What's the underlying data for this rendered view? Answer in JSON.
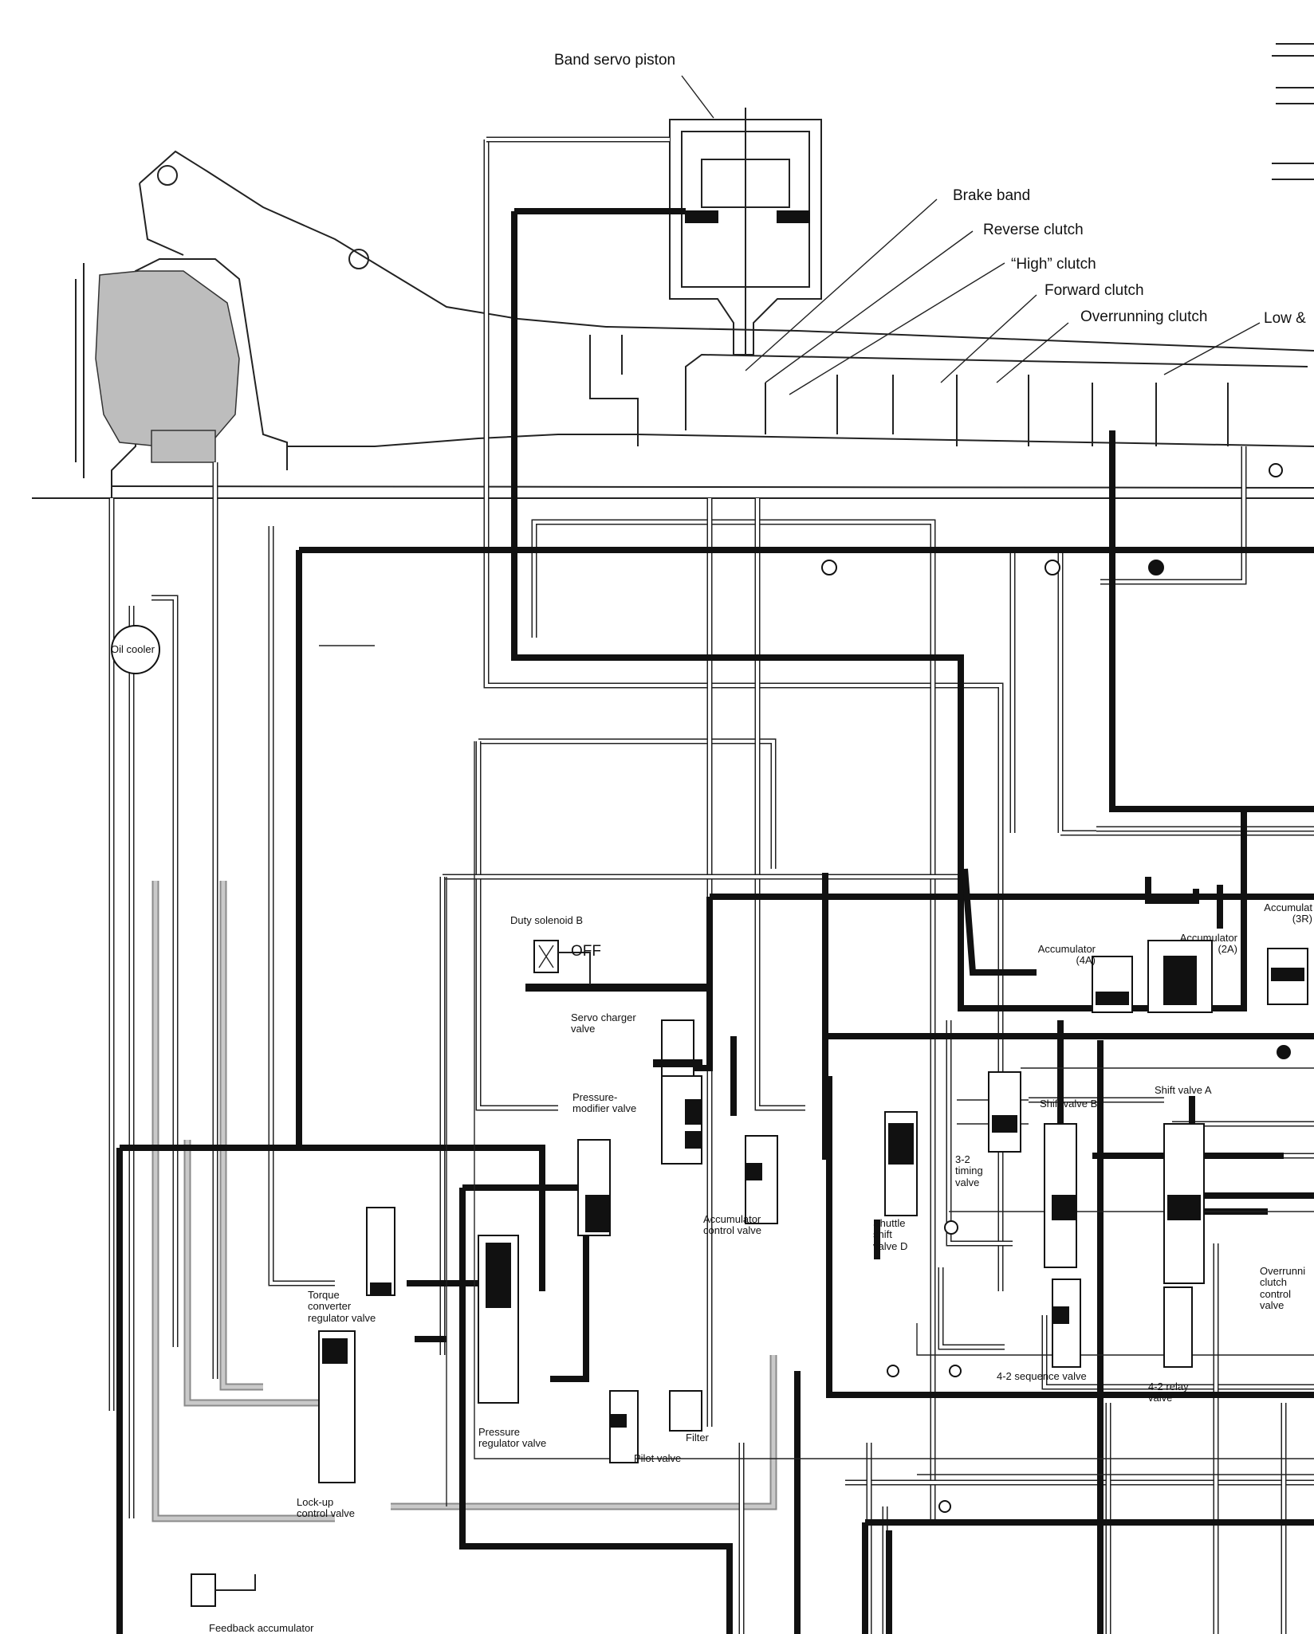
{
  "labels": {
    "band_servo_piston": "Band servo piston",
    "brake_band": "Brake band",
    "reverse_clutch": "Reverse clutch",
    "high_clutch": "“High” clutch",
    "forward_clutch": "Forward clutch",
    "overrunning_clutch": "Overrunning clutch",
    "low_and": "Low &",
    "oil_cooler": "Oil cooler",
    "duty_solenoid_b": "Duty solenoid B",
    "off": "OFF",
    "servo_charger_valve": "Servo charger\nvalve",
    "pressure_modifier_valve": "Pressure-\nmodifier valve",
    "accumulator_control_valve": "Accumulator\ncontrol valve",
    "shuttle_shift_valve_d": "Shuttle\nshift\nvalve D",
    "accumulator_4a": "Accumulator\n(4A)",
    "accumulator_2a": "Accumulator\n(2A)",
    "accumulator_3r": "Accumulat\n(3R)",
    "shift_valve_b": "Shift valve B",
    "shift_valve_a": "Shift valve A",
    "timing_valve": "3-2\ntiming\nvalve",
    "overrunning_clutch_control_valve": "Overrunni\nclutch\ncontrol\nvalve",
    "torque_converter_regulator_valve": "Torque\nconverter\nregulator valve",
    "pressure_regulator_valve": "Pressure\nregulator valve",
    "filter": "Filter",
    "pilot_valve": "Pilot valve",
    "sequence_valve_4_2": "4-2 sequence valve",
    "relay_valve_4_2": "4-2 relay\nvalve",
    "lockup_control_valve": "Lock-up\ncontrol valve",
    "feedback_accumulator": "Feedback accumulator"
  }
}
